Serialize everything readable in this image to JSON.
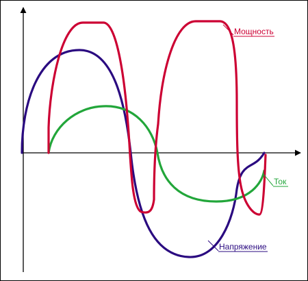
{
  "labels": {
    "power": "Мощность",
    "current": "Ток",
    "voltage": "Напряжение"
  },
  "colors": {
    "power": "#cc0033",
    "current": "#22a63a",
    "voltage": "#2a0a80",
    "axis": "#000000"
  }
}
